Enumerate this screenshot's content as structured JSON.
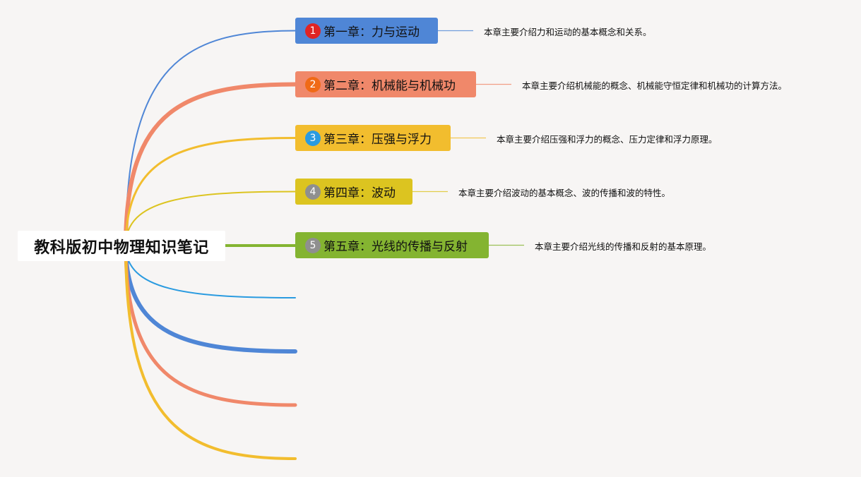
{
  "root": {
    "title": "教科版初中物理知识笔记"
  },
  "chapters": [
    {
      "num": "1",
      "title": "第一章：力与运动",
      "desc": "本章主要介绍力和运动的基本概念和关系。",
      "color": "#4f86d6",
      "badge_color": "#e02424",
      "line_color": "#4f86d6"
    },
    {
      "num": "2",
      "title": "第二章：机械能与机械功",
      "desc": "本章主要介绍机械能的概念、机械能守恒定律和机械功的计算方法。",
      "color": "#f0886a",
      "badge_color": "#f06a16",
      "line_color": "#f0886a"
    },
    {
      "num": "3",
      "title": "第三章：压强与浮力",
      "desc": "本章主要介绍压强和浮力的概念、压力定律和浮力原理。",
      "color": "#f2bd2e",
      "badge_color": "#2a9be0",
      "line_color": "#f2bd2e"
    },
    {
      "num": "4",
      "title": "第四章：波动",
      "desc": "本章主要介绍波动的基本概念、波的传播和波的特性。",
      "color": "#dcc420",
      "badge_color": "#8f8f8f",
      "line_color": "#dcc420"
    },
    {
      "num": "5",
      "title": "第五章：光线的传播与反射",
      "desc": "本章主要介绍光线的传播和反射的基本原理。",
      "color": "#84b431",
      "badge_color": "#8f8f8f",
      "line_color": "#84b431"
    }
  ],
  "empty_branch_colors": [
    "#2a9be0",
    "#4f86d6",
    "#f0886a",
    "#f2bd2e"
  ]
}
